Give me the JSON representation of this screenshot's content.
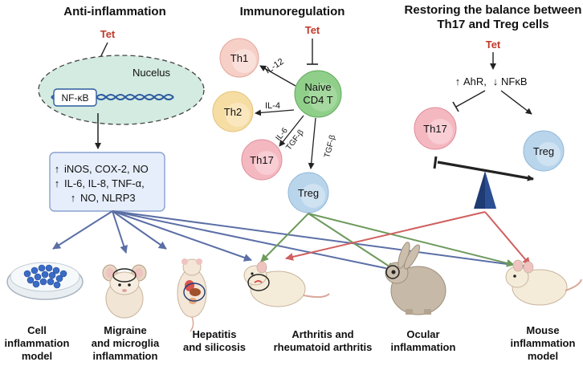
{
  "titles": {
    "anti_inflammation": "Anti-inflammation",
    "immunoregulation": "Immunoregulation",
    "balance_line1": "Restoring the balance between",
    "balance_line2": "Th17 and Treg cells"
  },
  "tet": "Tet",
  "anti": {
    "nucleus": "Nucelus",
    "nfkb": "NF-κB",
    "markers": [
      "iNOS, COX-2, NO",
      "IL-6, IL-8, TNF-α,",
      "NO, NLRP3"
    ]
  },
  "immuno": {
    "naive_line1": "Naive",
    "naive_line2": "CD4 T",
    "th1": "Th1",
    "th2": "Th2",
    "th17": "Th17",
    "treg": "Treg",
    "il12": "IL-12",
    "il4": "IL-4",
    "il6": "IL-6",
    "tgfb_a": "TGF-β",
    "tgfb_b": "TGF-β"
  },
  "balance": {
    "ahr": "AhR,",
    "nfkb": "NFκB",
    "th17": "Th17",
    "treg": "Treg"
  },
  "models": [
    {
      "line1": "Cell",
      "line2": "inflammation",
      "line3": "model"
    },
    {
      "line1": "Migraine",
      "line2": "and microglia",
      "line3": "inflammation"
    },
    {
      "line1": "Hepatitis",
      "line2": "and silicosis",
      "line3": ""
    },
    {
      "line1": "Arthritis and",
      "line2": "rheumatoid arthritis",
      "line3": ""
    },
    {
      "line1": "Ocular",
      "line2": "inflammation",
      "line3": ""
    },
    {
      "line1": "Mouse",
      "line2": "inflammation",
      "line3": "model"
    }
  ],
  "colors": {
    "blue_arrow": "#5b6fa6",
    "green_arrow": "#6e9a5c",
    "red_arrow": "#d0605f",
    "tet_red": "#c0392b",
    "nucleus_fill": "#d3ebe0",
    "box_fill": "#e6eefb",
    "box_stroke": "#8aa0cf",
    "th1_fill": "#f6cfc6",
    "th2_fill": "#f6dda4",
    "th17_fill": "#f4b8c0",
    "treg_fill": "#b9d5ec",
    "naive_fill": "#8fcf8a",
    "triangle": "#1f3b73"
  }
}
